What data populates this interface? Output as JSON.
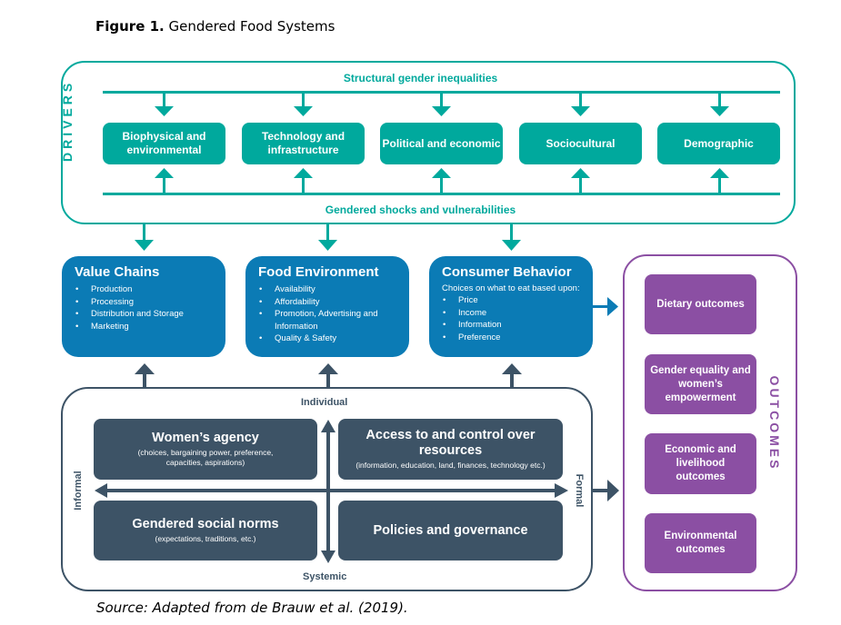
{
  "figure": {
    "label": "Figure 1.",
    "title": "Gendered Food Systems",
    "source": "Source: Adapted from de Brauw et al. (2019)."
  },
  "drivers": {
    "section_label": "DRIVERS",
    "top_label": "Structural gender inequalities",
    "bottom_label": "Gendered shocks and vulnerabilities",
    "items": [
      {
        "label": "Biophysical and environmental"
      },
      {
        "label": "Technology and infrastructure"
      },
      {
        "label": "Political and economic"
      },
      {
        "label": "Sociocultural"
      },
      {
        "label": "Demographic"
      }
    ]
  },
  "food_system": {
    "boxes": [
      {
        "title": "Value Chains",
        "intro": "",
        "bullets": [
          "Production",
          "Processing",
          "Distribution and Storage",
          "Marketing"
        ]
      },
      {
        "title": "Food Environment",
        "intro": "",
        "bullets": [
          "Availability",
          "Affordability",
          "Promotion, Advertising and Information",
          "Quality & Safety"
        ]
      },
      {
        "title": "Consumer Behavior",
        "intro": "Choices on what to eat based upon:",
        "bullets": [
          "Price",
          "Income",
          "Information",
          "Preference"
        ]
      }
    ]
  },
  "agency": {
    "axis_top": "Individual",
    "axis_bottom": "Systemic",
    "axis_left": "Informal",
    "axis_right": "Formal",
    "quadrants": [
      {
        "title": "Women’s agency",
        "subtitle": "(choices, bargaining power, preference, capacities, aspirations)"
      },
      {
        "title": "Access to and control over resources",
        "subtitle": "(information, education, land, finances, technology etc.)"
      },
      {
        "title": "Gendered social norms",
        "subtitle": "(expectations, traditions, etc.)"
      },
      {
        "title": "Policies and governance",
        "subtitle": ""
      }
    ]
  },
  "outcomes": {
    "section_label": "OUTCOMES",
    "items": [
      {
        "label": "Dietary outcomes"
      },
      {
        "label": "Gender equality and women’s empowerment"
      },
      {
        "label": "Economic and livelihood outcomes"
      },
      {
        "label": "Environmental outcomes"
      }
    ]
  },
  "colors": {
    "drivers": "#00a99d",
    "food_system": "#0b7bb5",
    "agency": "#3d5366",
    "outcomes": "#8b4fa3"
  }
}
